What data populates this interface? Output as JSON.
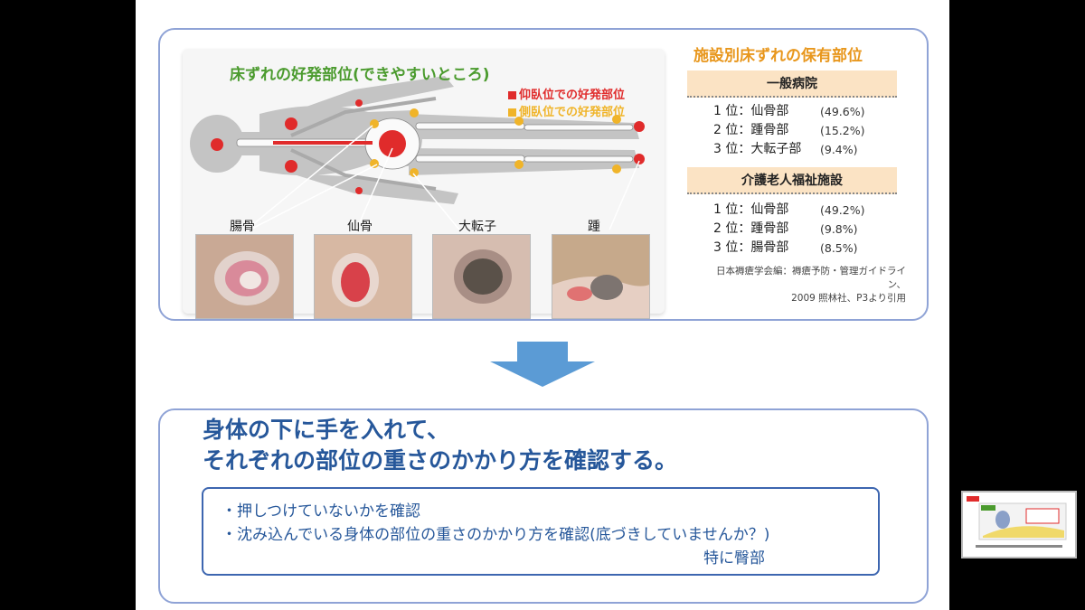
{
  "left_card": {
    "title": "床ずれの好発部位(できやすいところ)",
    "legend": [
      {
        "label": "仰臥位での好発部位",
        "color": "#e02b2b"
      },
      {
        "label": "側臥位での好発部位",
        "color": "#f0b429"
      }
    ],
    "site_labels": [
      "腸骨",
      "仙骨",
      "大転子",
      "踵"
    ]
  },
  "right_card": {
    "title": "施設別床ずれの保有部位",
    "facilities": [
      {
        "name": "一般病院",
        "ranks": [
          {
            "label": "1 位：仙骨部",
            "pct": "(49.6%)"
          },
          {
            "label": "2 位：踵骨部",
            "pct": "(15.2%)"
          },
          {
            "label": "3 位：大転子部",
            "pct": "(9.4%)"
          }
        ]
      },
      {
        "name": "介護老人福祉施設",
        "ranks": [
          {
            "label": "1 位：仙骨部",
            "pct": "(49.2%)"
          },
          {
            "label": "2 位：踵骨部",
            "pct": "(9.8%)"
          },
          {
            "label": "3 位：腸骨部",
            "pct": "(8.5%)"
          }
        ]
      }
    ],
    "citation": [
      "日本褥瘡学会編：褥瘡予防・管理ガイドライン、",
      "2009 照林社、P3より引用"
    ]
  },
  "bottom": {
    "headline": [
      "身体の下に手を入れて、",
      "それぞれの部位の重さのかかり方を確認する。"
    ],
    "bullets": [
      "・押しつけていないかを確認",
      "・沈み込んでいる身体の部位の重さのかかり方を確認(底づきしていませんか？)",
      "特に臀部"
    ]
  },
  "colors": {
    "accent_blue": "#26579a",
    "panel_border": "#8fa3d6",
    "green_title": "#4b9b2e",
    "orange_title": "#e8971d",
    "arrow": "#5b9bd5"
  },
  "icons": [
    "down-arrow-icon"
  ]
}
